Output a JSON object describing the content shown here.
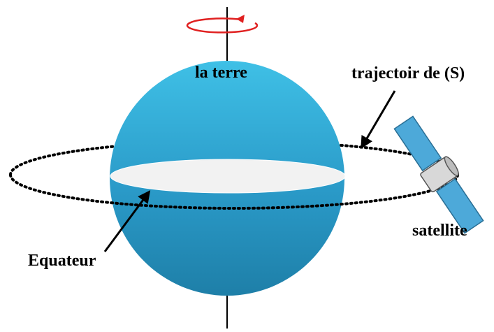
{
  "labels": {
    "earth": "la terre",
    "trajectory": "trajectoir de (S)",
    "satellite": "satellite",
    "equator": "Equateur"
  },
  "colors": {
    "globe_top": "#3fc0e6",
    "globe_mid": "#2a9ac8",
    "globe_bottom": "#1e7fa8",
    "equator_fill": "#f2f2f2",
    "rotation_arrow": "#e02020",
    "solar_panel": "#4da9d9",
    "satellite_body": "#d8d8d8",
    "orbit": "#000000"
  }
}
